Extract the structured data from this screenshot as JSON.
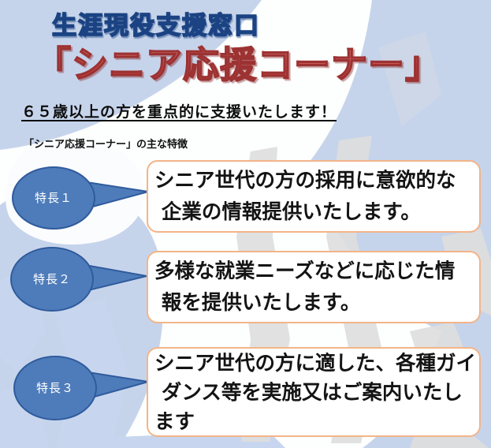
{
  "poster": {
    "small_title": "生涯現役支援窓口",
    "main_title": "「シニア応援コーナー」",
    "tagline": "６５歳以上の方を重点的に支援いたします！",
    "features_caption": "「シニア応援コーナー」の主な特徴",
    "features": [
      {
        "label": "特長１",
        "lines": [
          "シニア世代の方の採用に意欲的な",
          "企業の情報提供いたします。"
        ]
      },
      {
        "label": "特長２",
        "lines": [
          "多様な就業ニーズなどに応じた情",
          "報を提供いたします。"
        ]
      },
      {
        "label": "特長３",
        "lines": [
          "シニア世代の方に適した、各種ガイ",
          "ダンス等を実施又はご案内いたし",
          "ます"
        ]
      }
    ],
    "colors": {
      "background_blue": "#c6d4eb",
      "bubble_fill": "#4e7cba",
      "bubble_border": "#2f5b9d",
      "box_border": "#f3b489",
      "title_red": "#c04040",
      "title_navy": "#1b4383",
      "watermark_gray": "#dedede"
    }
  }
}
